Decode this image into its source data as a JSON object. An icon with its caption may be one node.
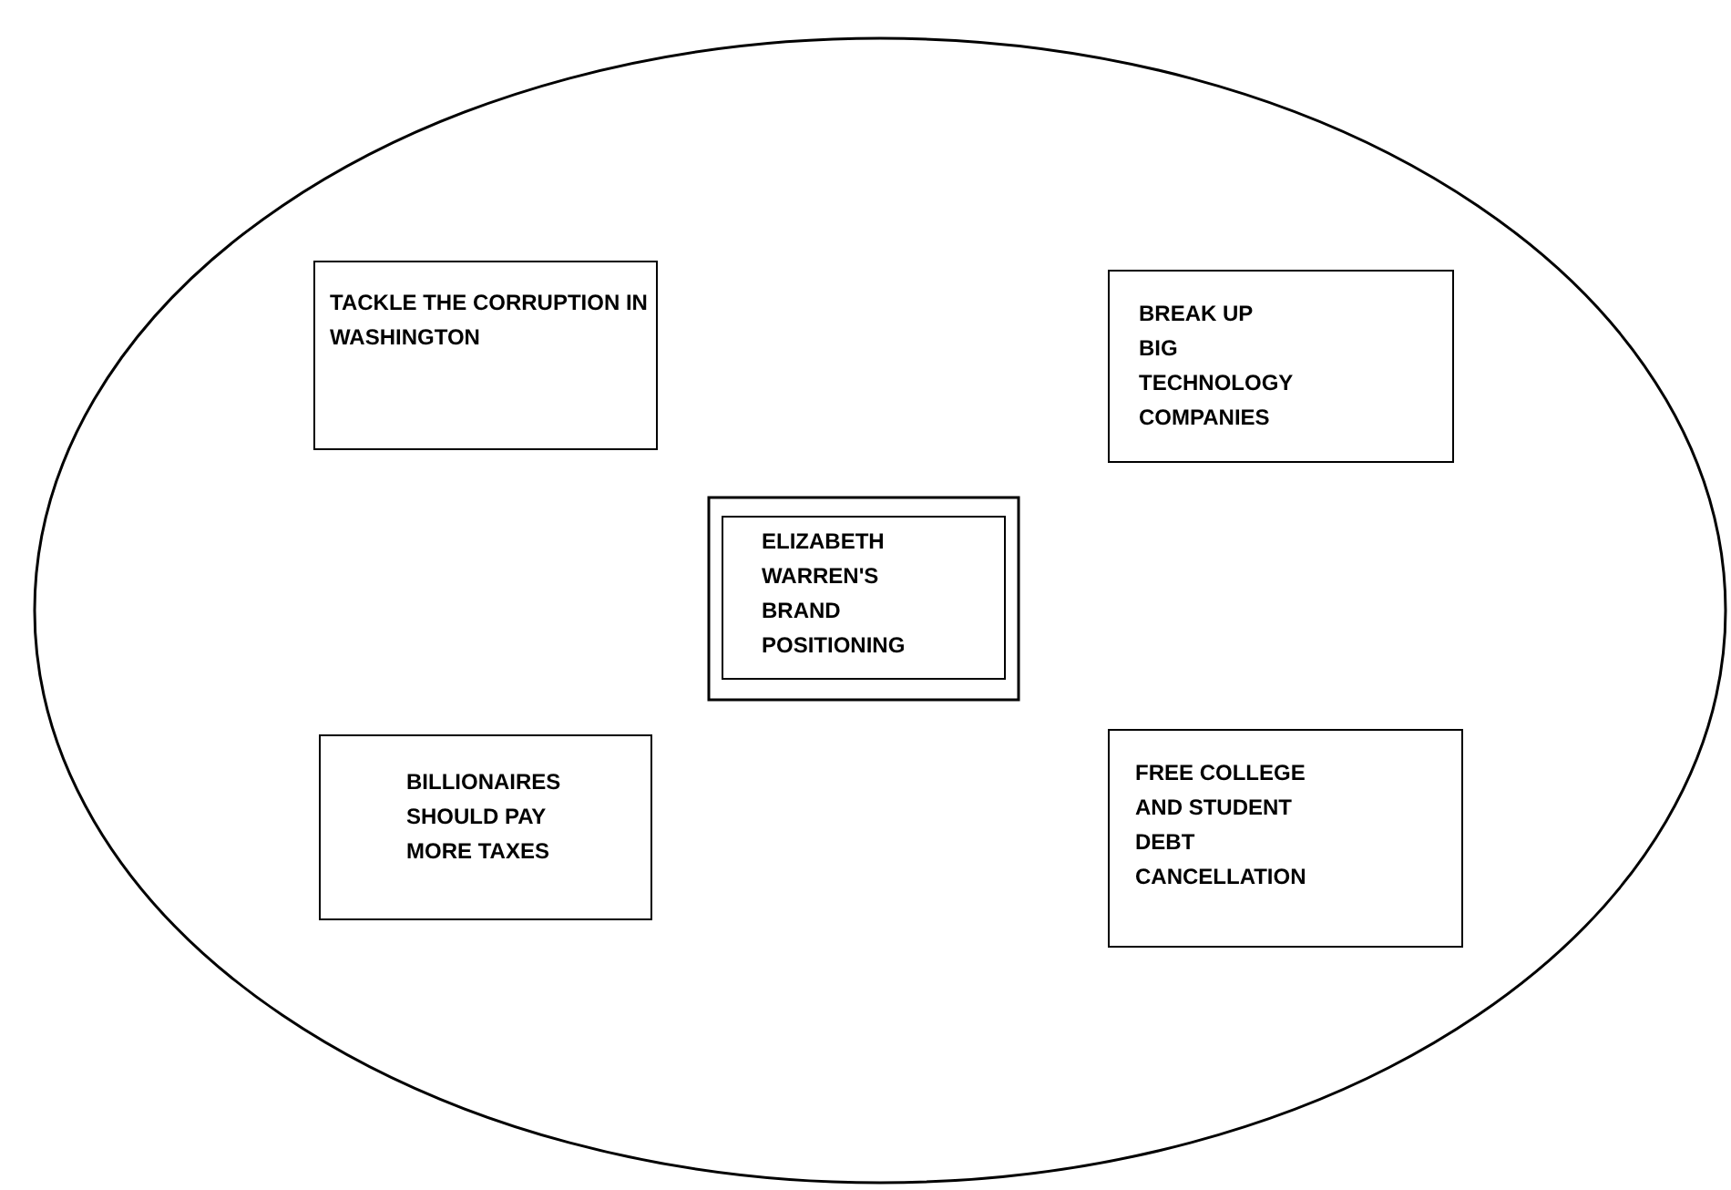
{
  "diagram": {
    "nodes": [
      {
        "text": [],
        "shape": "ellipse"
      },
      {
        "text": [
          "TACKLE THE CORRUPTION IN WASHINGTON"
        ],
        "in": 0
      },
      {
        "text": [
          "BREAK UP BIG TECHNOLOGY COMPANIES"
        ],
        "in": 0
      },
      {
        "text": [],
        "shape": "box",
        "in": 0
      },
      {
        "text": [
          "ELIZABETH WARREN'S BRAND POSITIONING"
        ],
        "in": 3
      },
      {
        "text": [
          "BILLIONAIRES SHOULD PAY MORE TAXES"
        ],
        "in": 0
      },
      {
        "text": [
          "FREE COLLEGE AND STUDENT DEBT CANCELLATION"
        ],
        "in": 0
      }
    ]
  }
}
